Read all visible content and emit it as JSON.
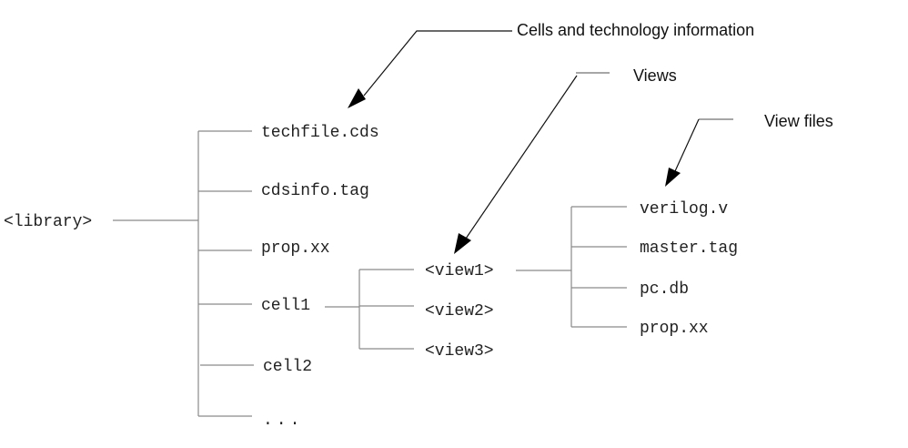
{
  "diagram": {
    "root": "<library>",
    "library_items": [
      "techfile.cds",
      "cdsinfo.tag",
      "prop.xx",
      "cell1",
      "cell2",
      "..."
    ],
    "views": [
      "<view1>",
      "<view2>",
      "<view3>"
    ],
    "view_files": [
      "verilog.v",
      "master.tag",
      "pc.db",
      "prop.xx"
    ],
    "annotations": {
      "cells_tech": "Cells and technology information",
      "views": "Views",
      "view_files": "View files"
    }
  }
}
